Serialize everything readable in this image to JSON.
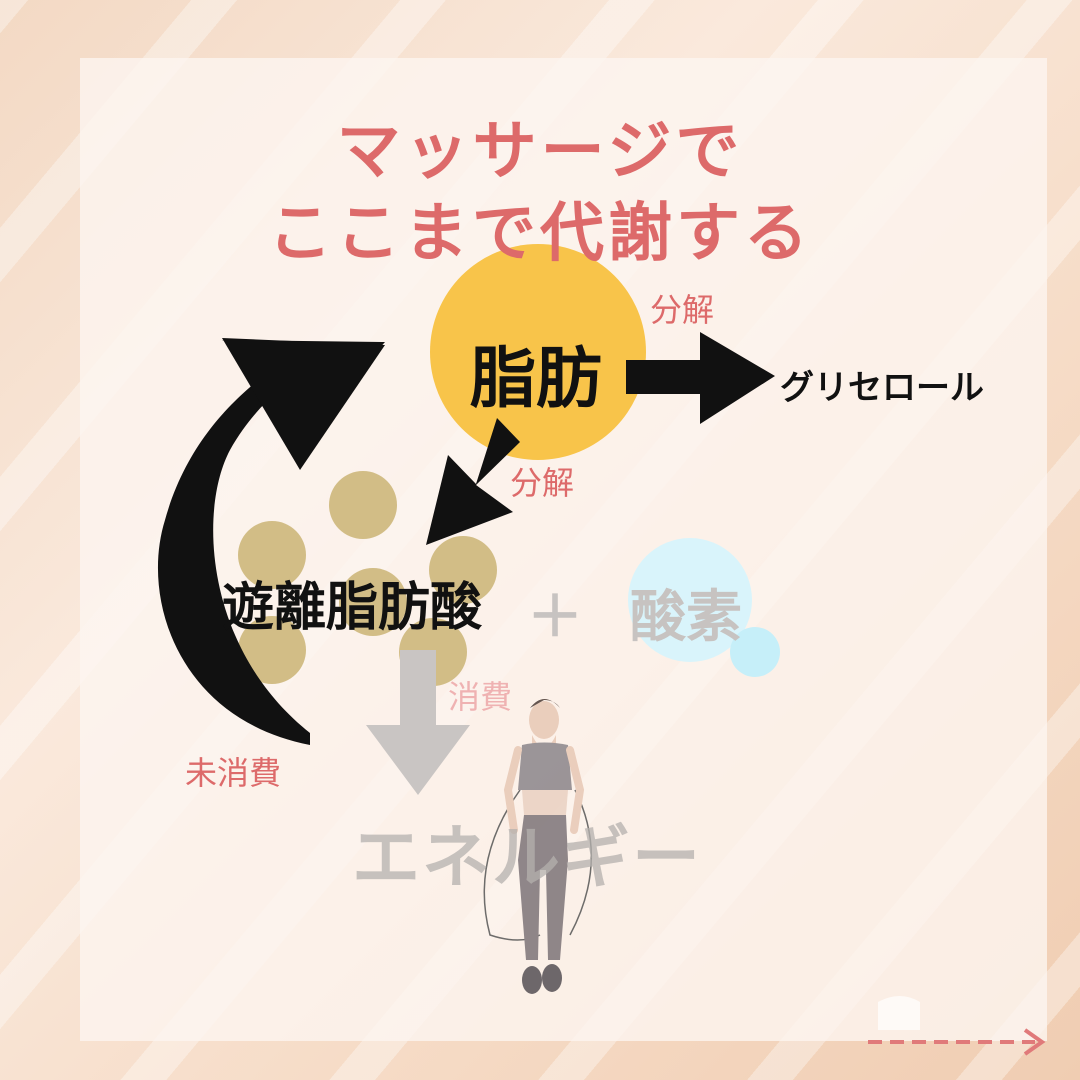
{
  "title": {
    "line1": "マッサージで",
    "line2": "ここまで代謝する"
  },
  "nodes": {
    "fat": "脂肪",
    "glycerol": "グリセロール",
    "free_fatty_acid": "遊離脂肪酸",
    "plus": "＋",
    "oxygen": "酸素",
    "energy": "エネルギー"
  },
  "edges": {
    "decompose_right": "分解",
    "decompose_down": "分解",
    "consume": "消費",
    "unconsumed": "未消費"
  },
  "colors": {
    "title": "#dd6a6a",
    "fat_circle": "#f8c44a",
    "fatty_acid_dots": "#d2bd86",
    "oxygen_circle": "#d9f4fb",
    "gray_text": "#c7c3c1"
  }
}
